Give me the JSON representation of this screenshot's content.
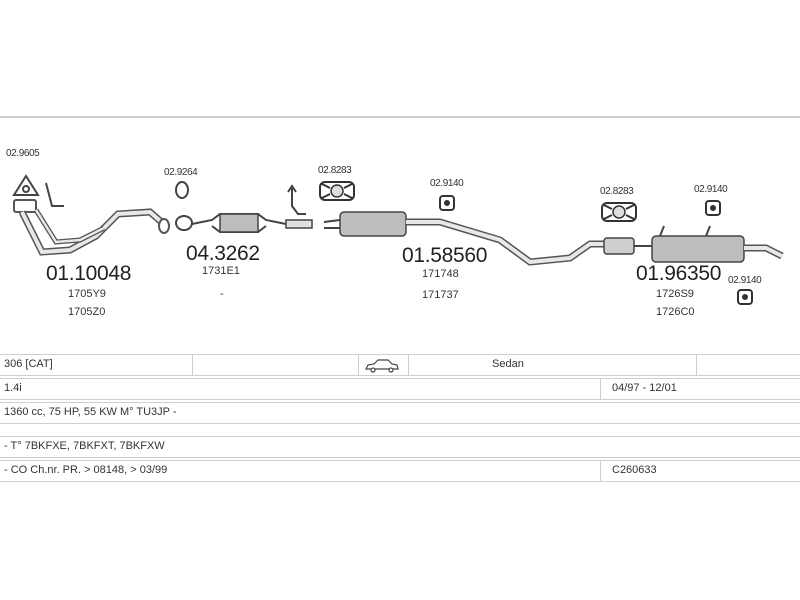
{
  "parts": {
    "clamp_front": "02.9605",
    "front_pipe": "01.10048",
    "front_pipe_ref1": "1705Y9",
    "front_pipe_ref2": "1705Z0",
    "gasket_1": "02.9264",
    "catalyst": "04.3262",
    "catalyst_ref": "1731E1",
    "catalyst_dash": "-",
    "mount_ring_1": "02.8283",
    "rubber_1": "02.9140",
    "middle_silencer": "01.58560",
    "middle_ref1": "171748",
    "middle_ref2": "171737",
    "mount_ring_2": "02.8283",
    "rubber_2": "02.9140",
    "rear_silencer": "01.96350",
    "rear_ref1": "1726S9",
    "rear_ref2": "1726C0",
    "rubber_3": "02.9140"
  },
  "table": {
    "model": "306 [CAT]",
    "body": "Sedan",
    "engine": "1.4i",
    "period": "04/97 - 12/01",
    "spec": "1360 cc, 75 HP, 55 KW M° TU3JP -",
    "codes": "- T° 7BKFXE, 7BKFXT, 7BKFXW",
    "chassis": "- CO Ch.nr. PR. > 08148, > 03/99",
    "ref_code": "C260633"
  }
}
